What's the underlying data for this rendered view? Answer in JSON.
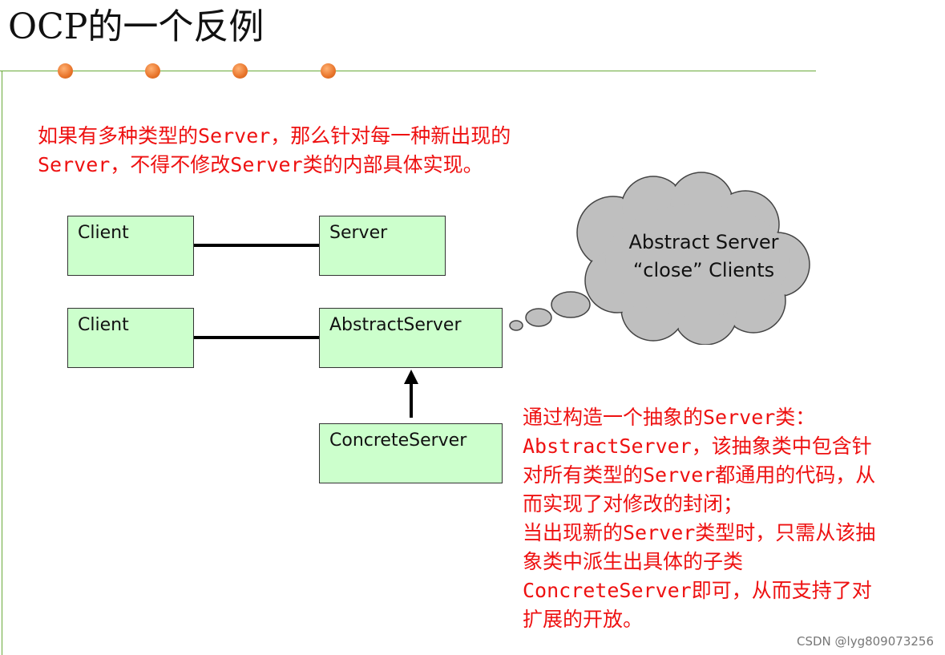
{
  "title": "OCP的一个反例",
  "intro": {
    "line1": "如果有多种类型的Server，那么针对每一种新出现的",
    "line2": "Server，不得不修改Server类的内部具体实现。"
  },
  "diagram": {
    "client1": "Client",
    "server1": "Server",
    "client2": "Client",
    "abstract_server": "AbstractServer",
    "concrete_server": "ConcreteServer",
    "box_fill": "#ccffcc"
  },
  "cloud": {
    "line1": "Abstract Server",
    "line2": "“close” Clients",
    "fill": "#bfbfbf"
  },
  "explanation": {
    "lines": [
      "通过构造一个抽象的Server类：",
      "AbstractServer，该抽象类中包含针",
      "对所有类型的Server都通用的代码，从",
      "而实现了对修改的封闭；",
      "当出现新的Server类型时，只需从该抽",
      "象类中派生出具体的子类",
      "ConcreteServer即可，从而支持了对",
      "扩展的开放。"
    ]
  },
  "watermark": "CSDN @lyg809073256",
  "colors": {
    "text_red": "#ee1111",
    "rule_green": "#6aaa3a",
    "dot_orange": "#e8742a"
  }
}
